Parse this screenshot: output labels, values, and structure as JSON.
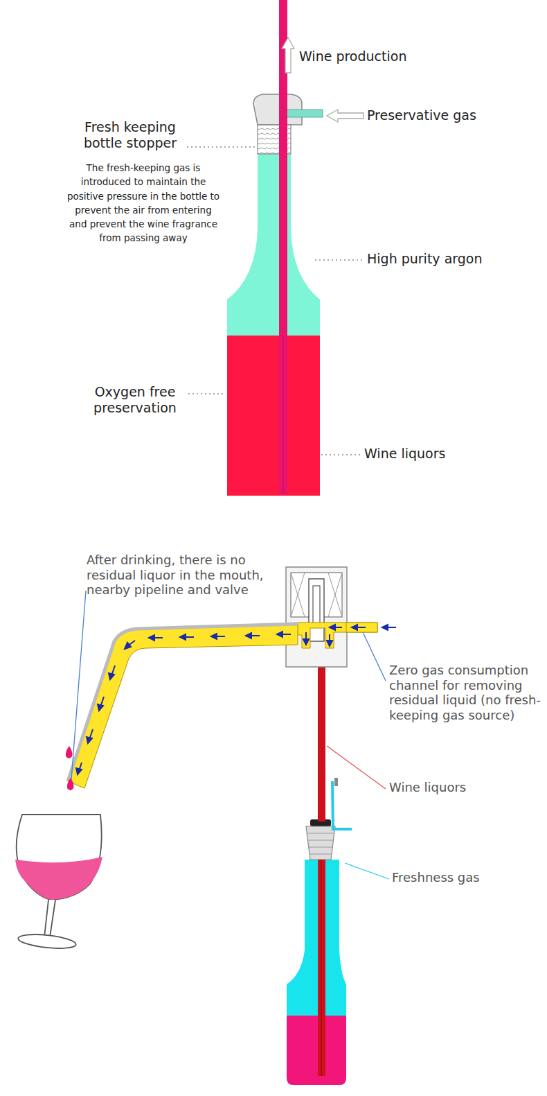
{
  "diagram": {
    "labels": [
      "Wine production",
      "Preservative gas",
      "Fresh keeping bottle stopper",
      "The fresh-keeping gas is introduced to maintain the positive pressure in the bottle to prevent the air from entering and prevent the wine fragrance from passing away",
      "High purity argon",
      "Oxygen free preservation",
      "Wine liquors",
      "After drinking, there is no residual liquor in the mouth, nearby pipeline and valve",
      "Zero gas consumption channel for removing residual liquid (no fresh-keeping gas source)",
      "Wine liquors",
      "Freshness gas"
    ]
  }
}
